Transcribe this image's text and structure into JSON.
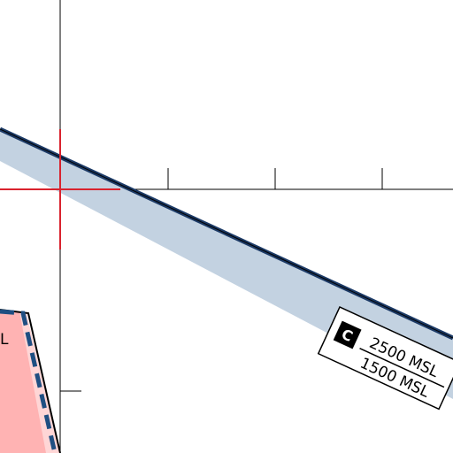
{
  "map": {
    "airspace_class": "C",
    "altitude_ceiling": "2500 MSL",
    "altitude_floor": "1500 MSL",
    "partial_label": "L"
  },
  "colors": {
    "background": "#ffffff",
    "class_c_boundary": "#1c3a66",
    "class_c_tint": "#c3d2e1",
    "grid_line": "#000000",
    "reference_mark": "#d9232e",
    "restricted_fill": "#ffb3b3",
    "restricted_fill_light": "#ffd6d6",
    "restricted_dash": "#1f4f82"
  }
}
